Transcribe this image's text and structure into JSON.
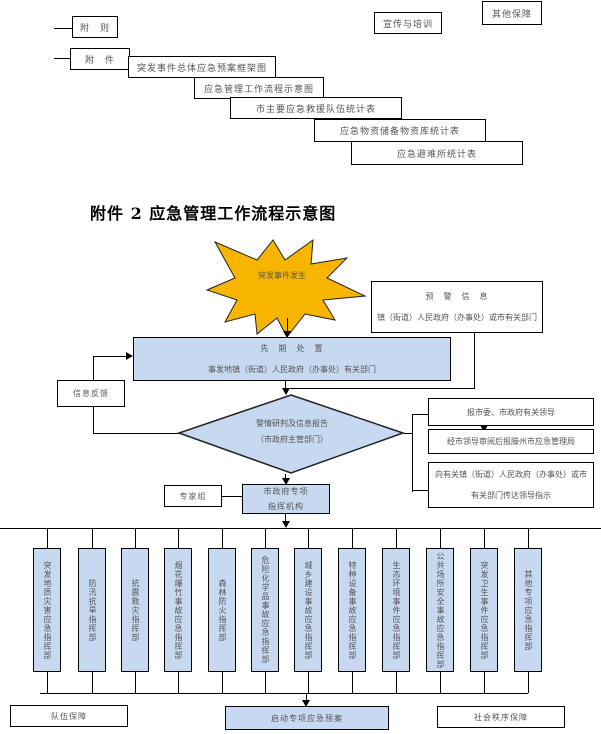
{
  "header_boxes": {
    "fuze": "附　则",
    "fujian": "附　件",
    "xuanchuan": "宣传与培训",
    "qita_baozhang": "其他保障"
  },
  "attachment_list": [
    "突发事件总体应急预案框架图",
    "应急管理工作流程示意图",
    "市主要应急救援队伍统计表",
    "应急物资储备物资库统计表",
    "应急避难所统计表"
  ],
  "diagram_title": "附件 2 应急管理工作流程示意图",
  "flow": {
    "event": "突发事件发生",
    "warning_info": {
      "title": "预　警　信　息",
      "subtitle": "镇（街道）人民政府（办事处）或市有关部门"
    },
    "initial_response": {
      "title": "先　期　处　置",
      "subtitle": "事发地镇（街道）人民政府（办事处）有关部门"
    },
    "feedback": "信息反馈",
    "assessment": {
      "title": "警情研判及信息报告",
      "subtitle": "（市政府主管部门）"
    },
    "report_leaders": "报市委、市政府有关领导",
    "leader_review": "经市领导审阅后报滕州市应急管理局",
    "relay_instructions": {
      "line1": "向有关镇（街道）人民政府（办事处）或市",
      "line2": "有关部门传达领导指示"
    },
    "expert_group": "专家组",
    "command_agency": {
      "line1": "市政府专项",
      "line2": "指挥机构"
    }
  },
  "command_centers": [
    "突发地质灾害应急指挥部",
    "防汛抗旱指挥部",
    "抗震救灾指挥部",
    "烟花爆竹事故应急指挥部",
    "森林防火指挥部",
    "危险化学品事故应急指挥部",
    "城乡建设事故应急指挥部",
    "特种设备事故应急指挥部",
    "生态环境事件应急指挥部",
    "公共场所安全事故应急指挥部",
    "突发卫生事件应急指挥部",
    "其他专项应急指挥部"
  ],
  "bottom": {
    "team_support": "队伍保障",
    "launch_plan": "启动专项应急预案",
    "social_order": "社会秩序保障"
  }
}
